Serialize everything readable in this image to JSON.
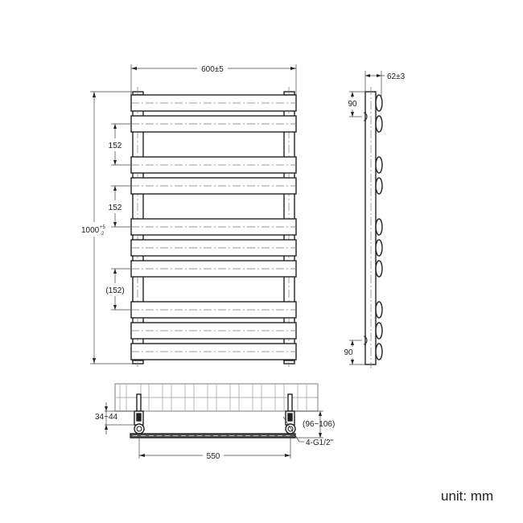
{
  "front_view": {
    "width_label": "600±5",
    "height_label_main": "1000",
    "height_tol_upper": "+5",
    "height_tol_lower": "-2",
    "spacing_labels": [
      "152",
      "152",
      "(152)"
    ],
    "bar_count": 10
  },
  "side_view": {
    "depth_label": "62±3",
    "top_offset_label": "90",
    "bottom_offset_label": "90"
  },
  "bottom_view": {
    "wall_distance_label": "34~44",
    "pipe_height_label": "(96~106)",
    "pipe_spacing_label": "550",
    "connection_label": "4-G1/2\""
  },
  "footer": {
    "unit_label": "unit: mm"
  },
  "colors": {
    "line": "#222222",
    "background": "#ffffff"
  }
}
